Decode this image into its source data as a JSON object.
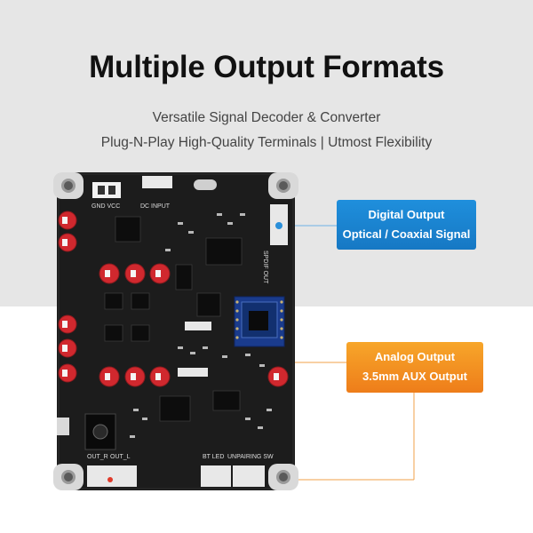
{
  "header": {
    "title": "Multiple Output Formats",
    "subtitle_line1": "Versatile Signal Decoder & Converter",
    "subtitle_line2": "Plug-N-Play High-Quality Terminals | Utmost Flexibility"
  },
  "callouts": {
    "digital": {
      "line1": "Digital Output",
      "line2": "Optical / Coaxial Signal",
      "color": "#1a82d0"
    },
    "analog": {
      "line1": "Analog Output",
      "line2": "3.5mm AUX Output",
      "color": "#f29424"
    }
  },
  "board": {
    "labels": {
      "gnd_vcc": "GND VCC",
      "dc_input": "DC INPUT",
      "spdif_out": "SPDIF OUT",
      "bt_led": "BT LED",
      "unpairing_sw": "UNPAIRING SW",
      "out_r": "OUT_R",
      "out_l": "OUT_L"
    },
    "colors": {
      "pcb": "#1c1c1c",
      "capacitor": "#d0282e",
      "bt_module": "#1a3b8c"
    }
  }
}
